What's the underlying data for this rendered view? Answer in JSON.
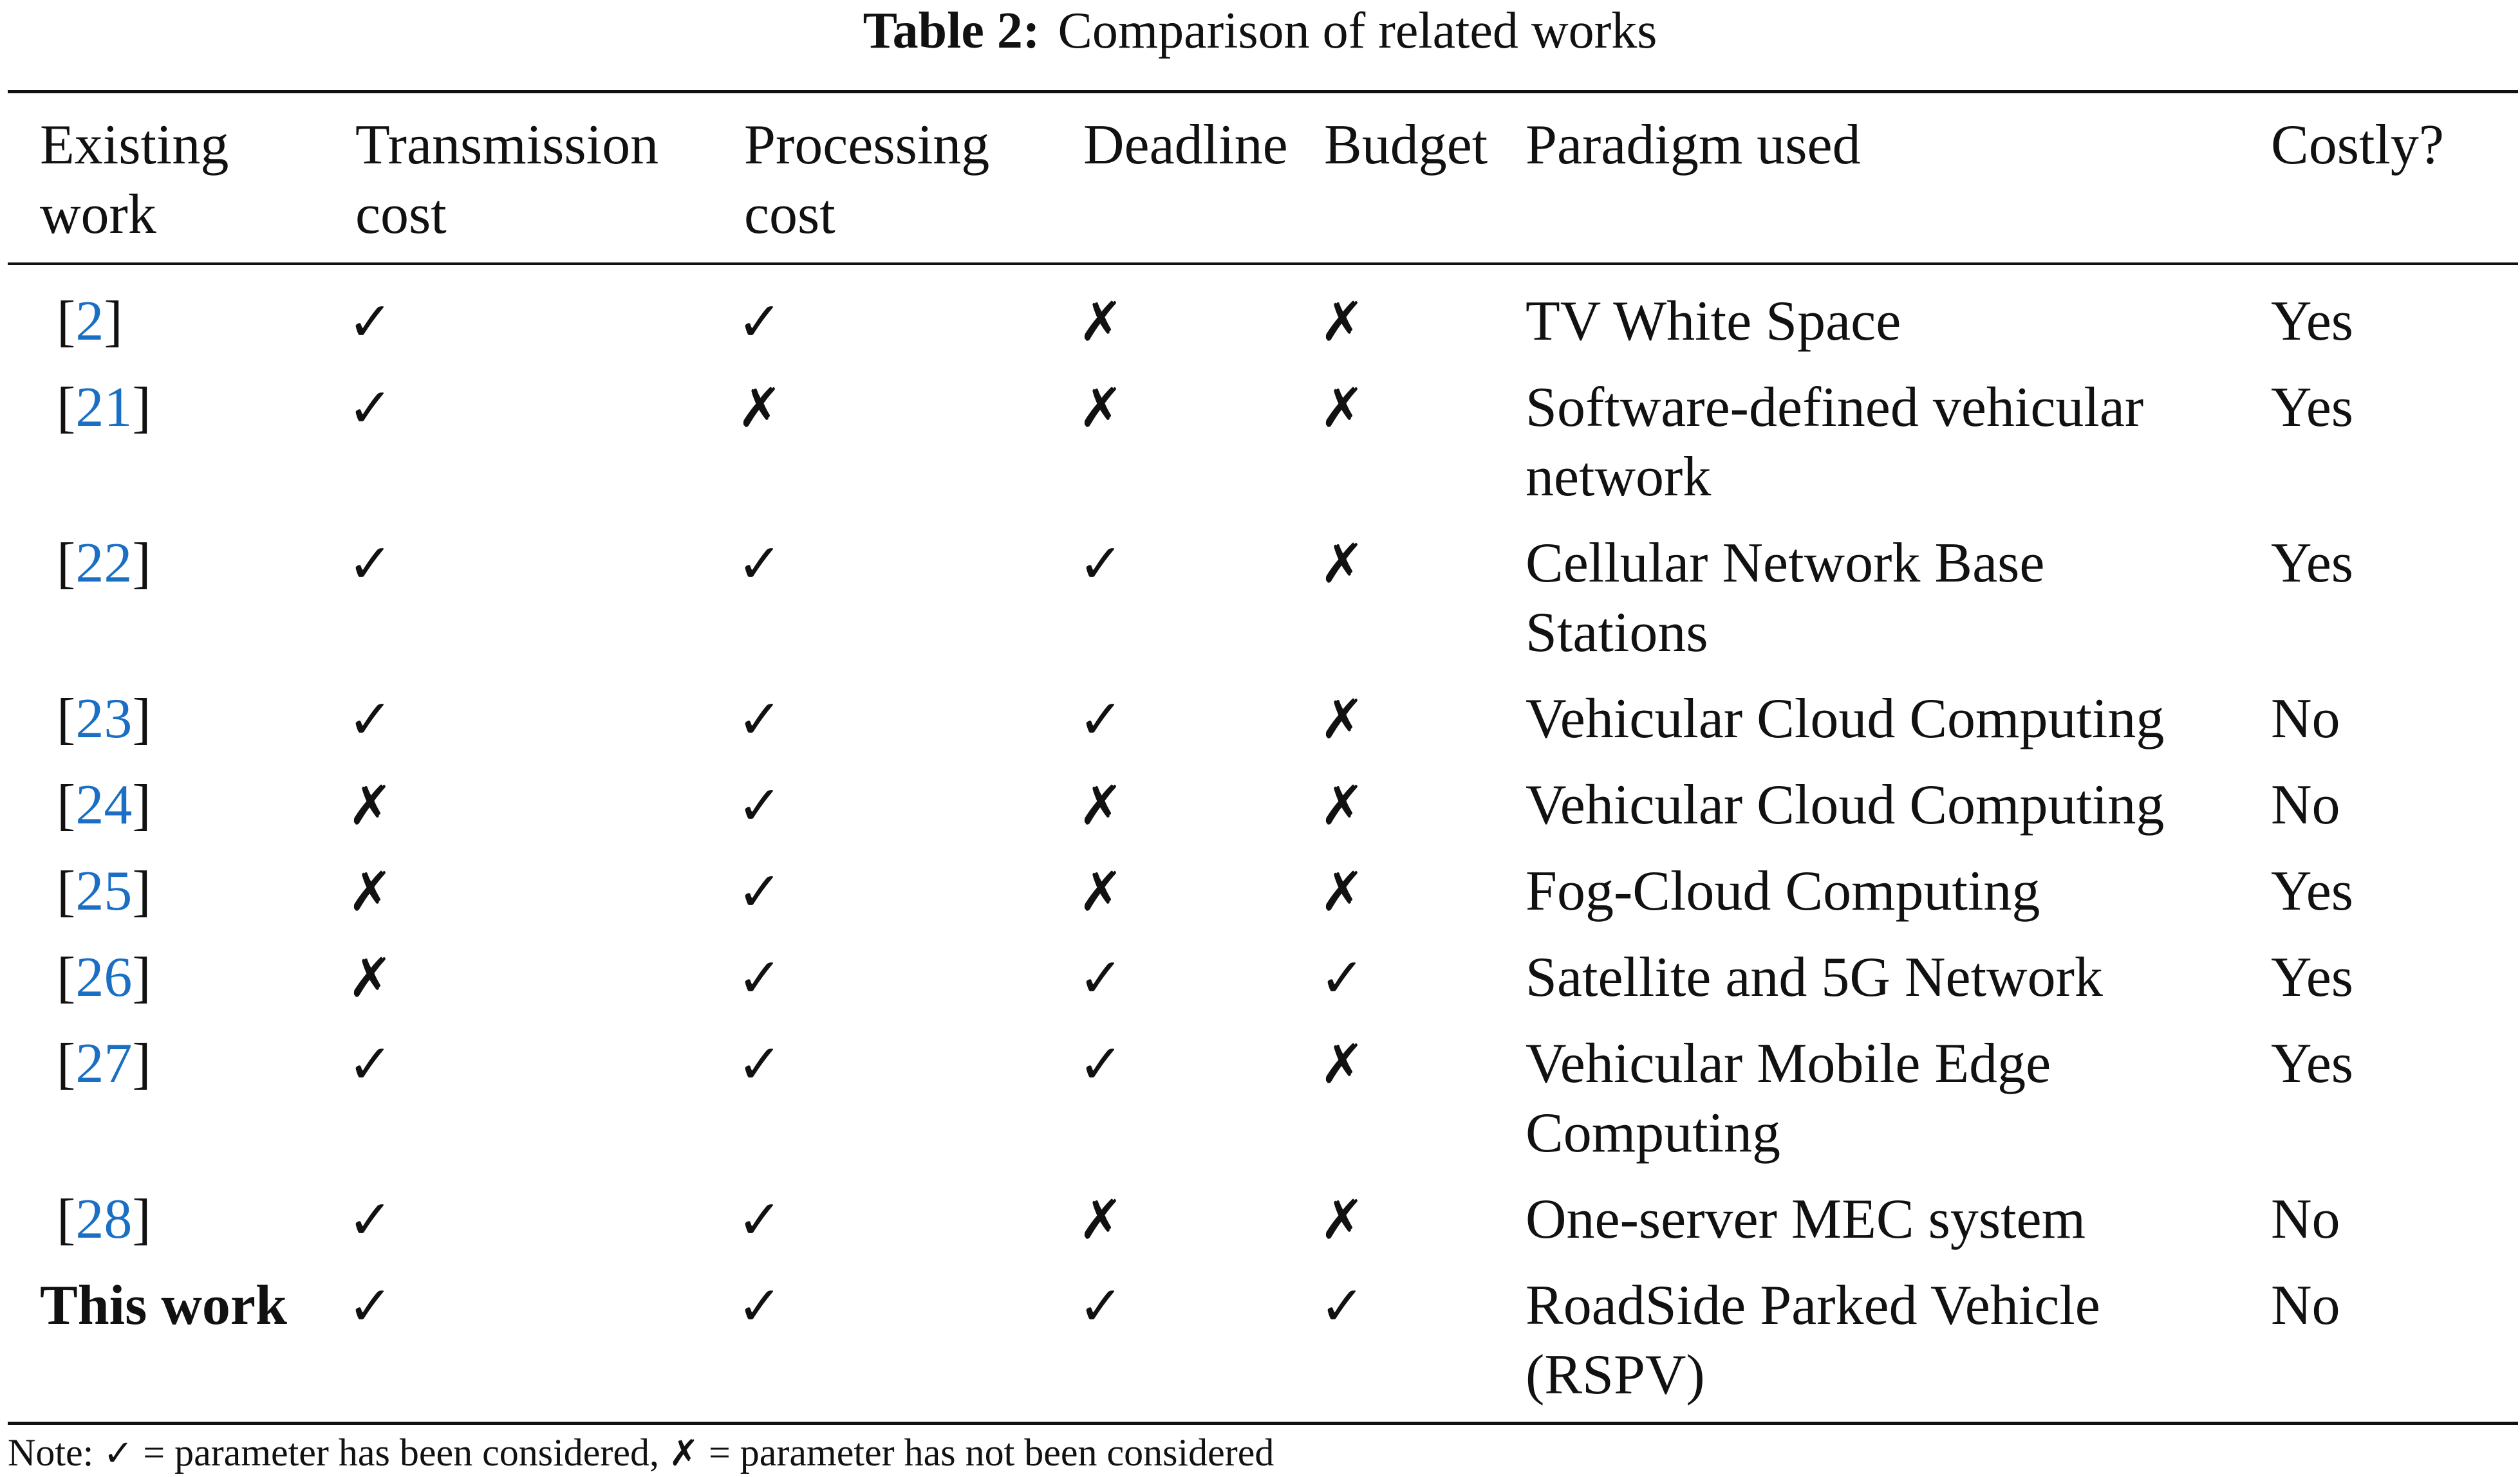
{
  "caption": {
    "label": "Table 2:",
    "text": "Comparison of related works"
  },
  "headers": {
    "work": [
      "Existing",
      "work"
    ],
    "transmission": [
      "Transmission",
      "cost"
    ],
    "processing": [
      "Processing",
      "cost"
    ],
    "deadline": "Deadline",
    "budget": "Budget",
    "paradigm": "Paradigm used",
    "costly": "Costly?"
  },
  "symbols": {
    "check": "✓",
    "cross": "✗"
  },
  "rows": [
    {
      "ref": "2",
      "transmission": "✓",
      "processing": "✓",
      "deadline": "✗",
      "budget": "✗",
      "paradigm": [
        "TV White Space"
      ],
      "costly": "Yes"
    },
    {
      "ref": "21",
      "transmission": "✓",
      "processing": "✗",
      "deadline": "✗",
      "budget": "✗",
      "paradigm": [
        "Software-defined vehicular",
        "network"
      ],
      "costly": "Yes"
    },
    {
      "ref": "22",
      "transmission": "✓",
      "processing": "✓",
      "deadline": "✓",
      "budget": "✗",
      "paradigm": [
        "Cellular Network Base",
        "Stations"
      ],
      "costly": "Yes"
    },
    {
      "ref": "23",
      "transmission": "✓",
      "processing": "✓",
      "deadline": "✓",
      "budget": "✗",
      "paradigm": [
        "Vehicular Cloud Computing"
      ],
      "costly": "No"
    },
    {
      "ref": "24",
      "transmission": "✗",
      "processing": "✓",
      "deadline": "✗",
      "budget": "✗",
      "paradigm": [
        "Vehicular Cloud Computing"
      ],
      "costly": "No"
    },
    {
      "ref": "25",
      "transmission": "✗",
      "processing": "✓",
      "deadline": "✗",
      "budget": "✗",
      "paradigm": [
        "Fog-Cloud Computing"
      ],
      "costly": "Yes"
    },
    {
      "ref": "26",
      "transmission": "✗",
      "processing": "✓",
      "deadline": "✓",
      "budget": "✓",
      "paradigm": [
        "Satellite and 5G Network"
      ],
      "costly": "Yes"
    },
    {
      "ref": "27",
      "transmission": "✓",
      "processing": "✓",
      "deadline": "✓",
      "budget": "✗",
      "paradigm": [
        "Vehicular Mobile Edge",
        "Computing"
      ],
      "costly": "Yes"
    },
    {
      "ref": "28",
      "transmission": "✓",
      "processing": "✓",
      "deadline": "✗",
      "budget": "✗",
      "paradigm": [
        "One-server MEC system"
      ],
      "costly": "No"
    },
    {
      "label": "This work",
      "transmission": "✓",
      "processing": "✓",
      "deadline": "✓",
      "budget": "✓",
      "paradigm": [
        "RoadSide Parked Vehicle",
        "(RSPV)"
      ],
      "costly": "No"
    }
  ],
  "note": {
    "prefix": "Note:",
    "check_text": "= parameter has been considered,",
    "cross_text": "= parameter has not been considered"
  },
  "colors": {
    "text": "#111111",
    "reference_link": "#1a6fc4",
    "background": "#ffffff"
  }
}
